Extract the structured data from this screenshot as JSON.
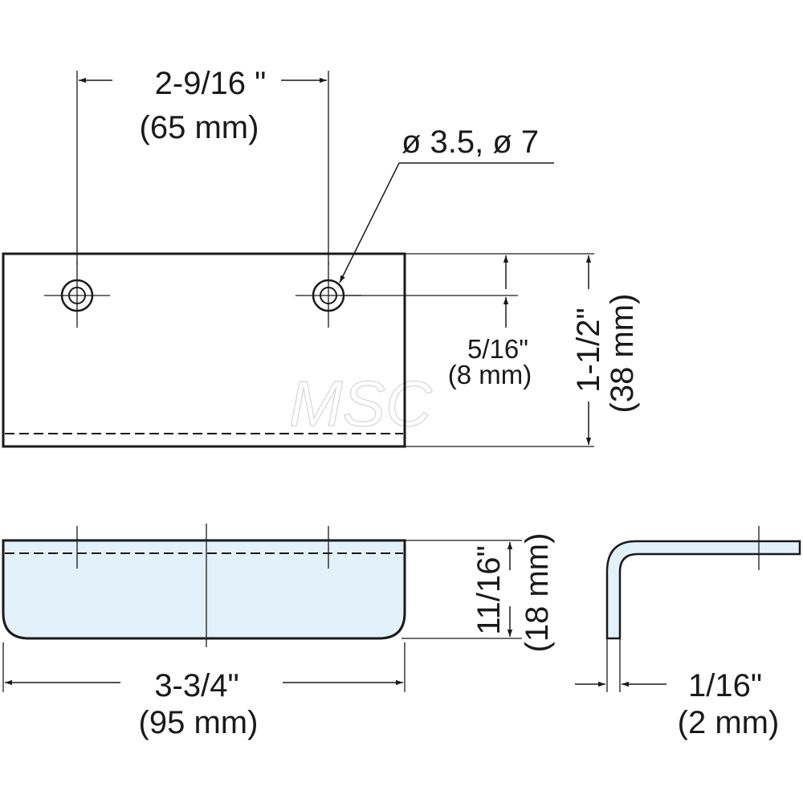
{
  "colors": {
    "line": "#1a1a1a",
    "part_fill": "#e3f1fb",
    "background": "#ffffff",
    "watermark": "#d6d6d6"
  },
  "watermark": {
    "text": "MSC"
  },
  "dimensions": {
    "hole_spacing": {
      "imperial": "2-9/16 \"",
      "metric": "(65 mm)"
    },
    "hole_diameter": {
      "label": "ø 3.5, ø 7"
    },
    "hole_offset": {
      "imperial": "5/16\"",
      "metric": "(8 mm)"
    },
    "height": {
      "imperial": "1-1/2\"",
      "metric": "(38 mm)"
    },
    "depth": {
      "imperial": "11/16\"",
      "metric": "(18 mm)"
    },
    "length": {
      "imperial": "3-3/4\"",
      "metric": "(95 mm)"
    },
    "thickness": {
      "imperial": "1/16\"",
      "metric": "(2 mm)"
    }
  }
}
